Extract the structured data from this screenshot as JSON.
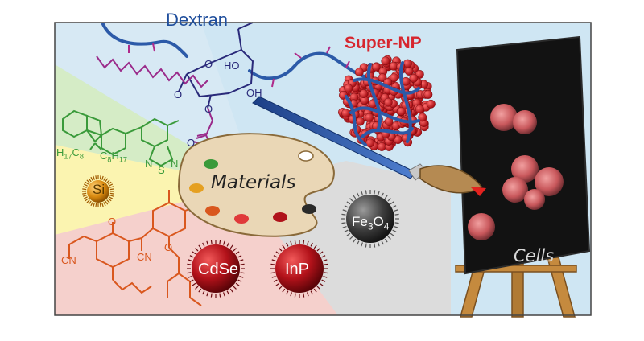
{
  "labels": {
    "dextran": "Dextran",
    "super_np": "Super-NP",
    "materials": "Materials",
    "cells": "Cells",
    "si": "Si",
    "cdse": "CdSe",
    "inp": "InP",
    "fe3o4": "Fe3O4"
  },
  "chem_labels": {
    "ho": "HO",
    "oh": "OH",
    "o_ring": "O",
    "o_link": "O",
    "o_ester": "O",
    "o_carbonyl": "O",
    "h17c8": "H17C8",
    "c8h17": "C8H17",
    "n1": "N",
    "s": "S",
    "n2": "N",
    "cn1": "CN",
    "cn2": "CN",
    "o1": "O",
    "o2": "O"
  },
  "colors": {
    "sky": "#cfe6f3",
    "green_wedge": "#d5ecc6",
    "yellow_wedge": "#fbf4b0",
    "pink_wedge": "#f5d0cc",
    "gray_wedge": "#dcdcdc",
    "dextran_blue": "#2c5aa8",
    "nanoparticle_red": "#c2141b",
    "canvas_black": "#121212",
    "easel_wood": "#c58a3e",
    "palette_wood": "#ead7b6"
  },
  "icons": [
    "paint-palette-icon",
    "paintbrush-icon",
    "easel-icon",
    "nanoparticle-icon",
    "cell-icon"
  ]
}
